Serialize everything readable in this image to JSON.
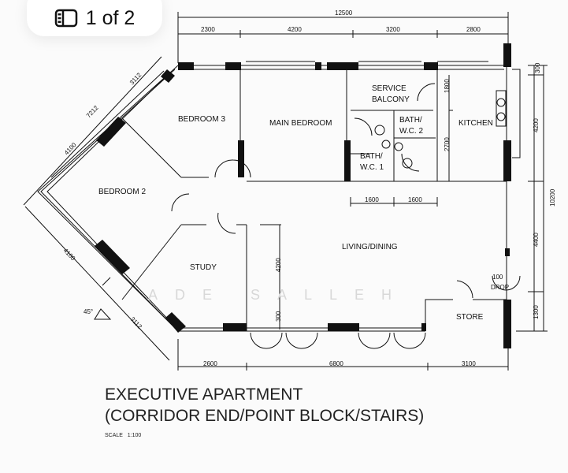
{
  "viewer": {
    "page_counter": "1 of 2",
    "icon": "gallery-icon"
  },
  "plan": {
    "rooms": {
      "bedroom3": "BEDROOM 3",
      "main_bedroom": "MAIN BEDROOM",
      "service_balcony_1": "SERVICE",
      "service_balcony_2": "BALCONY",
      "bath2_1": "BATH/",
      "bath2_2": "W.C. 2",
      "bath1_1": "BATH/",
      "bath1_2": "W.C. 1",
      "kitchen": "KITCHEN",
      "bedroom2": "BEDROOM 2",
      "study": "STUDY",
      "living": "LIVING/DINING",
      "store": "STORE",
      "drop_1": "100",
      "drop_2": "DROP"
    },
    "dims": {
      "total_top": "12500",
      "top": [
        "2300",
        "4200",
        "3200",
        "2800"
      ],
      "bottom": [
        "2600",
        "6800",
        "3100"
      ],
      "right_total": "10200",
      "right": [
        "300",
        "4200",
        "4400",
        "1300"
      ],
      "kitchen_inner": [
        "1800",
        "2700"
      ],
      "bath": [
        "1600",
        "1600"
      ],
      "living_inner": [
        "4200",
        "300"
      ],
      "diag_upper_total": "7212",
      "diag_upper": [
        "3112",
        "4100"
      ],
      "diag_lower": [
        "4100",
        "3112"
      ],
      "angle": "45°"
    },
    "watermark": "ADE SALLEH"
  },
  "caption": {
    "line1": "EXECUTIVE APARTMENT",
    "line2": "(CORRIDOR END/POINT BLOCK/STAIRS)",
    "scale": "SCALE   1:100"
  }
}
